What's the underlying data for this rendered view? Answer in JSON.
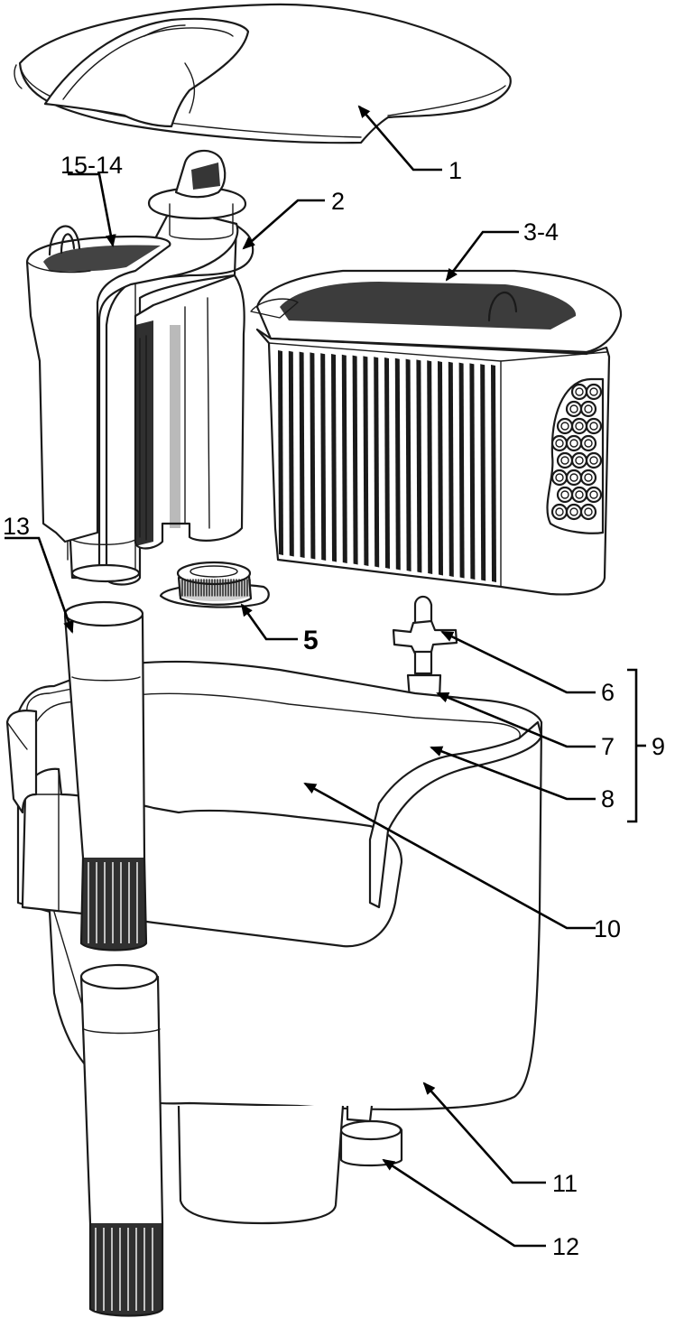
{
  "callouts": {
    "c1": "1",
    "c2": "2",
    "c3_4": "3-4",
    "c5": "5",
    "c6": "6",
    "c7": "7",
    "c8": "8",
    "c9": "9",
    "c10": "10",
    "c11": "11",
    "c12": "12",
    "c13": "13",
    "c15_14": "15-14"
  },
  "colors": {
    "line": "#1a1a1a",
    "background": "#ffffff"
  }
}
